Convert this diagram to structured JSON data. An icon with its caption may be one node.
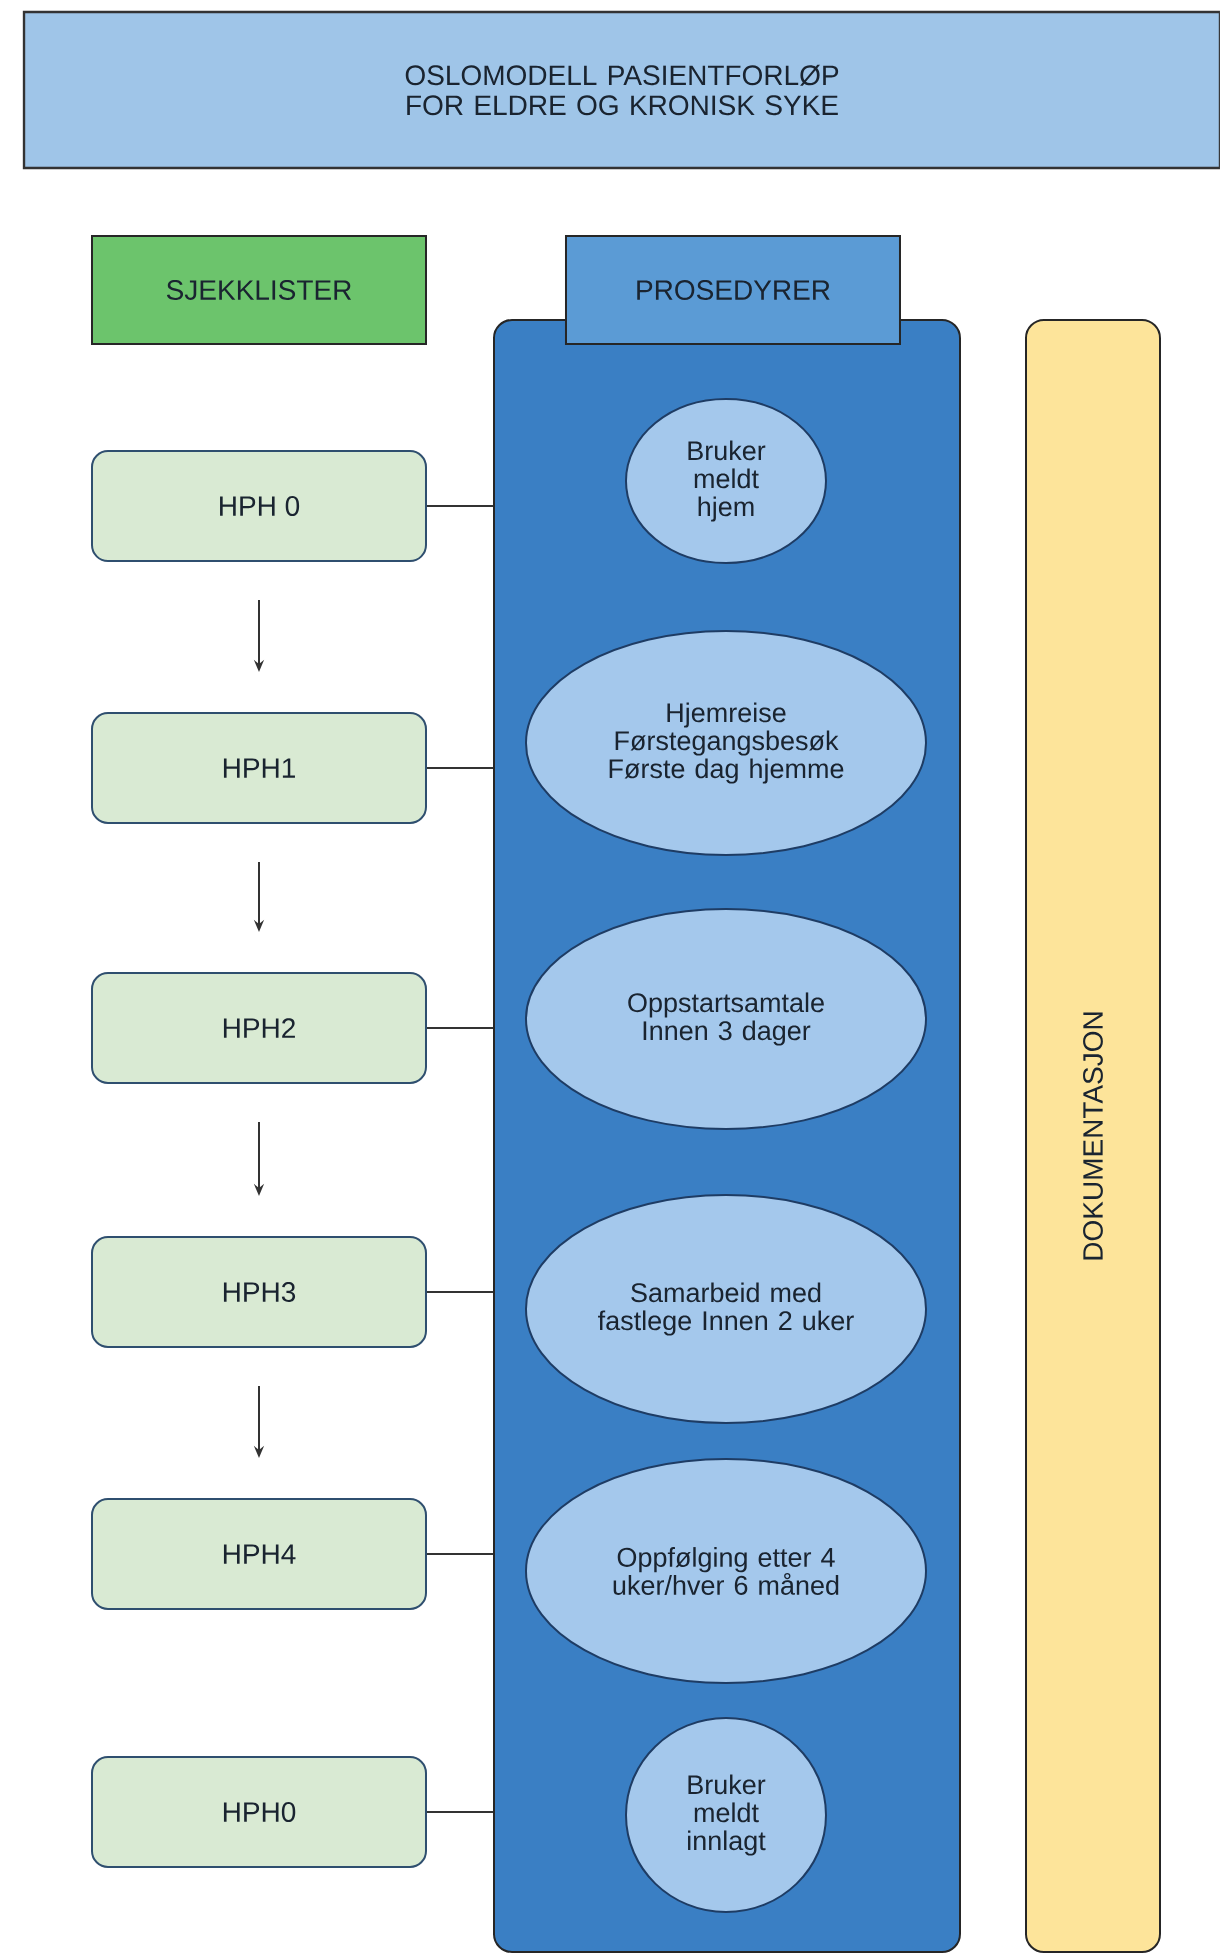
{
  "diagram": {
    "nodes": [
      {
        "text": [
          "OSLOMODELL PASIENTFORLØP FOR ELDRE OG KRONISK SYKE"
        ]
      },
      {
        "text": [
          "SJEKKLISTER"
        ]
      },
      {
        "text": [
          "PROSEDYRER"
        ]
      },
      {
        "text": [],
        "shape": "box"
      },
      {
        "text": [
          "DOKUMENTASJON"
        ]
      },
      {
        "text": [
          "HPH 0"
        ]
      },
      {
        "text": [
          "HPH1"
        ]
      },
      {
        "text": [
          "HPH2"
        ]
      },
      {
        "text": [
          "HPH3"
        ]
      },
      {
        "text": [
          "HPH4"
        ]
      },
      {
        "text": [
          "HPH0"
        ]
      },
      {
        "text": [
          "Bruker meldt hjem"
        ],
        "in": 3
      },
      {
        "text": [
          "Hjemreise Førstegangsbesøk Første dag hjemme"
        ],
        "in": 3
      },
      {
        "text": [
          "Oppstartsamtale Innen 3 dager"
        ],
        "in": 3
      },
      {
        "text": [
          "Samarbeid med fastlege Innen 2 uker"
        ],
        "in": 3
      },
      {
        "text": [
          "Oppfølging etter 4 uker/hver 6 måned"
        ],
        "in": 3
      },
      {
        "text": [
          "Bruker meldt innlagt"
        ],
        "in": 3
      }
    ],
    "edges": [
      {
        "from": 5,
        "to": 6,
        "arrow": "to"
      },
      {
        "from": 6,
        "to": 7,
        "arrow": "to"
      },
      {
        "from": 7,
        "to": 8,
        "arrow": "to"
      },
      {
        "from": 8,
        "to": 9,
        "arrow": "to"
      },
      {
        "from": 5,
        "to": 3,
        "arrow": "none"
      },
      {
        "from": 6,
        "to": 3,
        "arrow": "none"
      },
      {
        "from": 7,
        "to": 3,
        "arrow": "none"
      },
      {
        "from": 8,
        "to": 3,
        "arrow": "none"
      },
      {
        "from": 9,
        "to": 3,
        "arrow": "none"
      },
      {
        "from": 10,
        "to": 3,
        "arrow": "none"
      }
    ]
  }
}
